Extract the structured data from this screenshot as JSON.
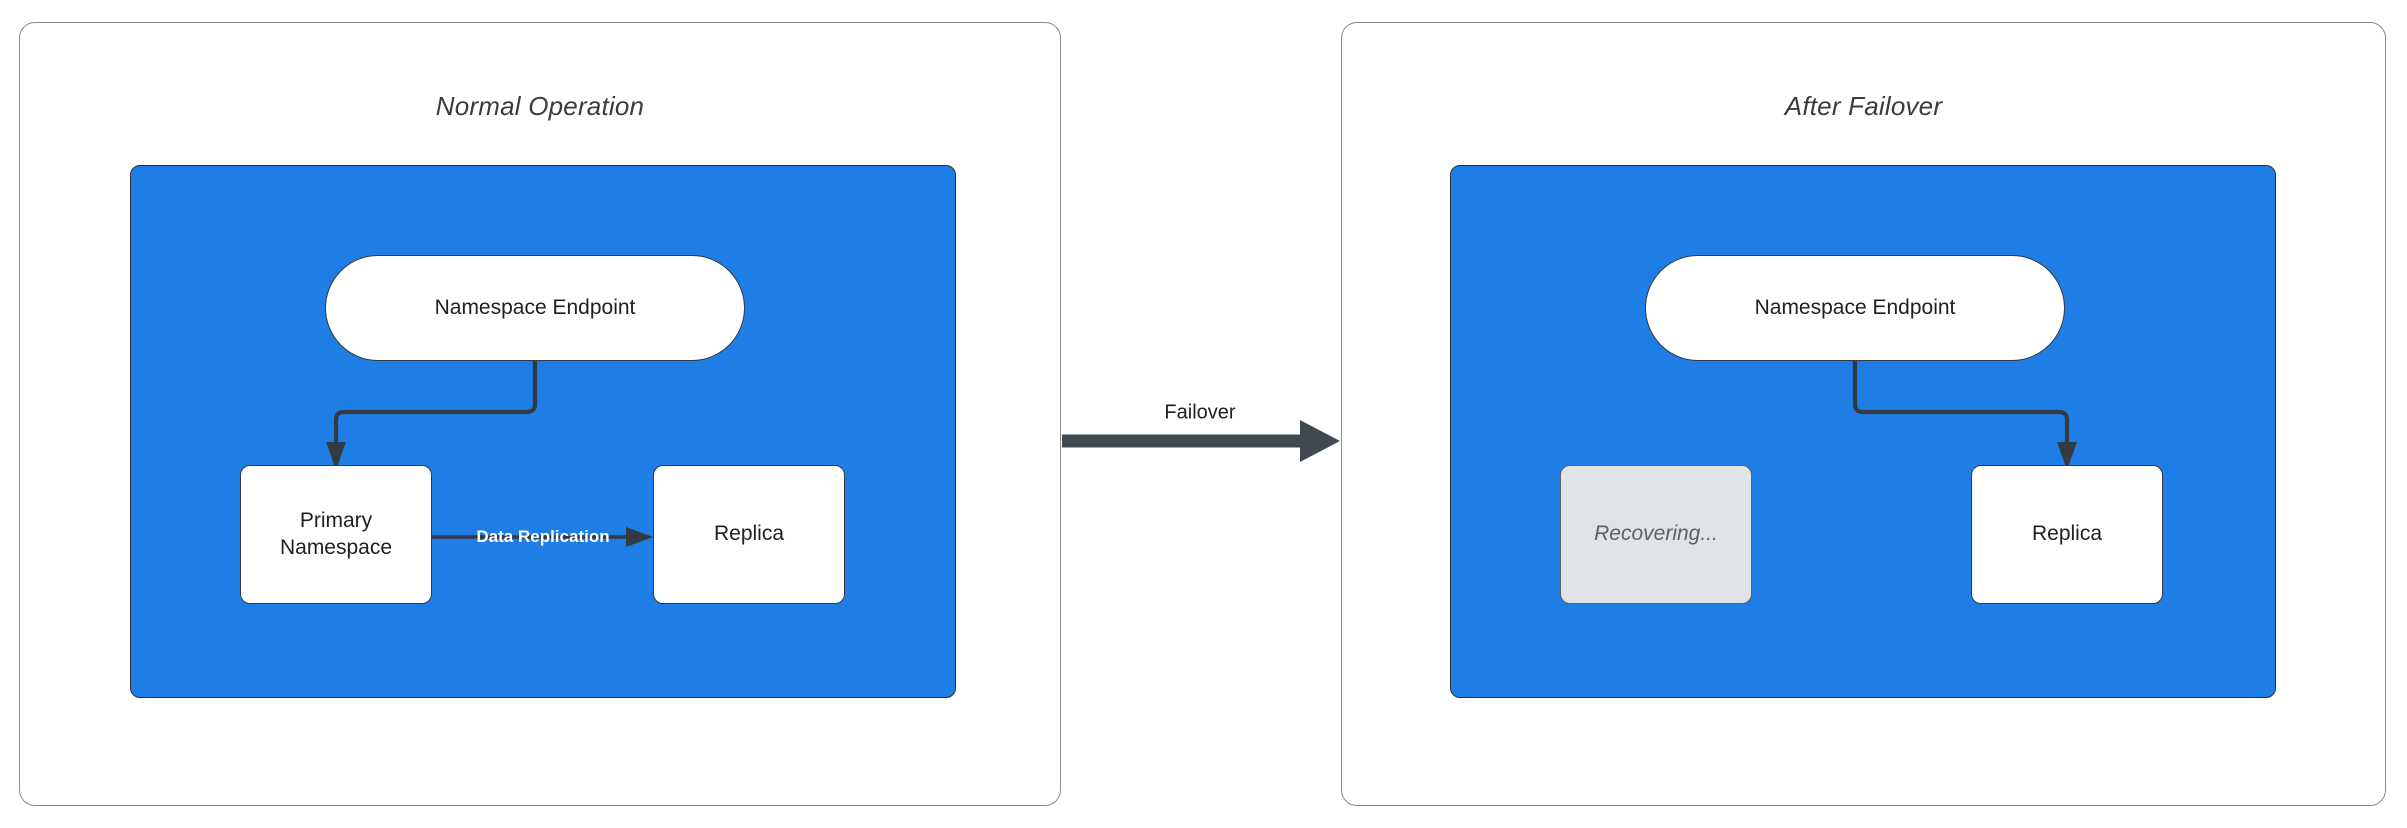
{
  "diagram": {
    "title_left": "Normal Operation",
    "title_right": "After Failover",
    "accent_blue": "#1f7ee6",
    "edge_color": "#333a42",
    "dim_fill": "#e1e4e6"
  },
  "panels": [
    {
      "id": "normal-operation",
      "title": "Normal Operation",
      "nodes": [
        {
          "id": "endpoint",
          "label": "Namespace Endpoint",
          "shape": "stadium",
          "state": "active"
        },
        {
          "id": "primary",
          "label": "Primary\nNamespace",
          "line1": "Primary",
          "line2": "Namespace",
          "shape": "rect",
          "state": "active"
        },
        {
          "id": "replica",
          "label": "Replica",
          "shape": "rect",
          "state": "active"
        }
      ],
      "edges": [
        {
          "from": "endpoint",
          "to": "primary",
          "label": ""
        },
        {
          "from": "primary",
          "to": "replica",
          "label": "Data Replication"
        }
      ]
    },
    {
      "id": "after-failover",
      "title": "After Failover",
      "nodes": [
        {
          "id": "endpoint",
          "label": "Namespace Endpoint",
          "shape": "stadium",
          "state": "active"
        },
        {
          "id": "recovering",
          "label": "Recovering...",
          "shape": "rect",
          "state": "dimmed"
        },
        {
          "id": "replica",
          "label": "Replica",
          "shape": "rect",
          "state": "active"
        }
      ],
      "edges": [
        {
          "from": "endpoint",
          "to": "replica",
          "label": ""
        }
      ]
    }
  ],
  "transition": {
    "label": "Failover",
    "direction": "left-to-right"
  }
}
